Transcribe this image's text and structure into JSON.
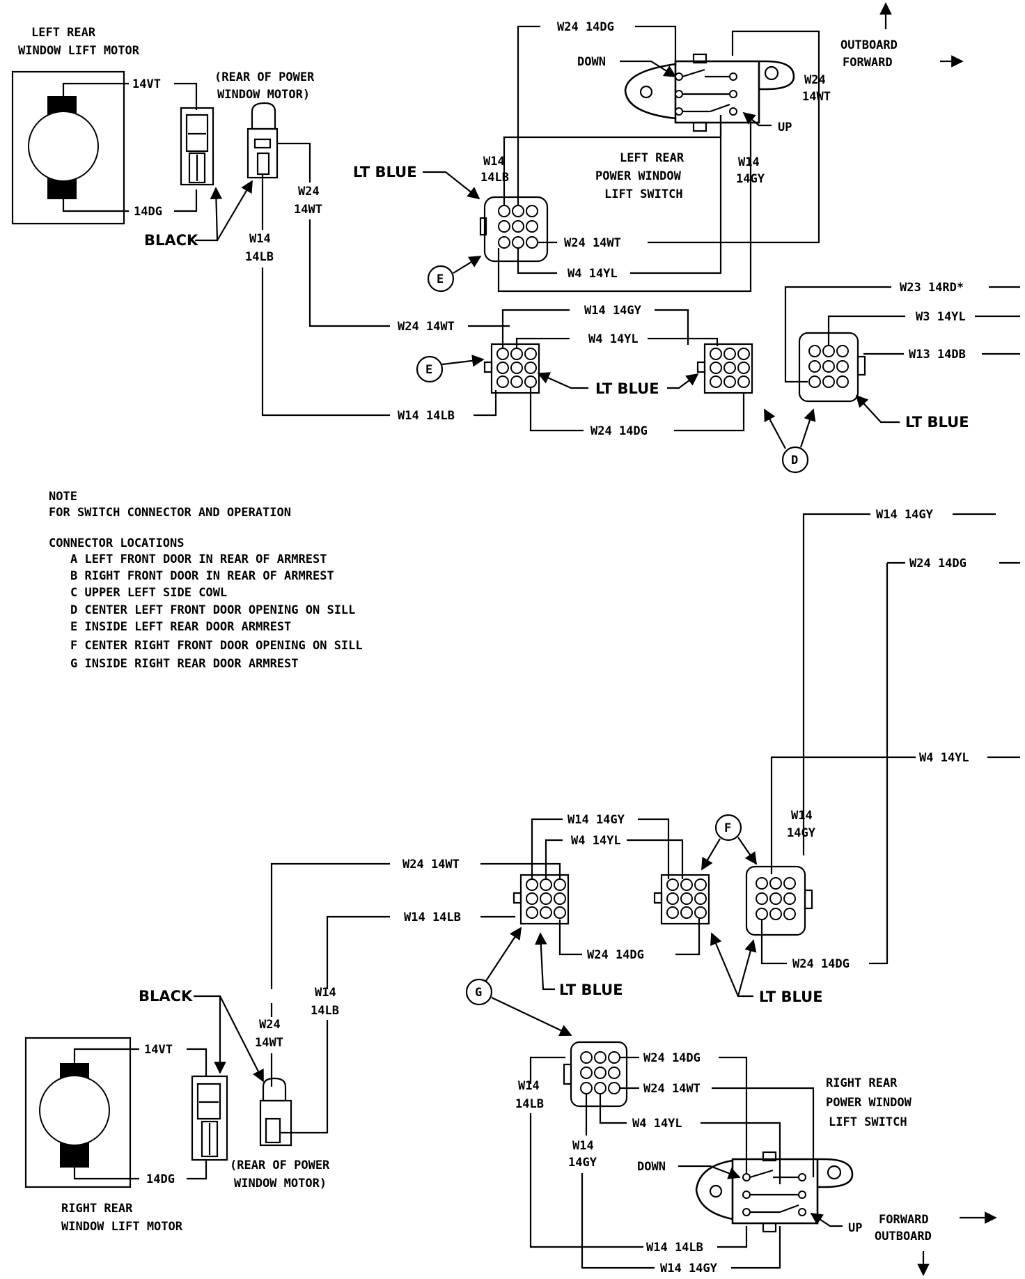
{
  "top": {
    "motor_title_1": "LEFT REAR",
    "motor_title_2": "WINDOW LIFT MOTOR",
    "rear_motor_1": "(REAR OF POWER",
    "rear_motor_2": "WINDOW MOTOR)",
    "w_14vt": "14VT",
    "w_14dg": "14DG",
    "black": "BLACK",
    "w24_a": "W24",
    "w24_b": "14WT",
    "w14_a": "W14",
    "w14_b": "14LB",
    "lt_blue": "LT BLUE",
    "sw_w14_a": "W14",
    "sw_w14_b": "14LB",
    "w24_14dg": "W24 14DG",
    "down": "DOWN",
    "up": "UP",
    "outboard": "OUTBOARD",
    "forward": "FORWARD",
    "r_w24_a": "W24",
    "r_w24_b": "14WT",
    "gy_w14_a": "W14",
    "gy_w14_b": "14GY",
    "switch_1": "LEFT REAR",
    "switch_2": "POWER WINDOW",
    "switch_3": "LIFT SWITCH",
    "w24_14wt_r": "W24 14WT",
    "w4_14yl": "W4 14YL",
    "e1": "E",
    "w23": "W23 14RD*",
    "w3": "W3 14YL",
    "w13": "W13 14DB",
    "w14_14gy": "W14 14GY",
    "w24_14wt_l": "W24 14WT",
    "w4_14yl_b": "W4 14YL",
    "e2": "E",
    "lt_blue_b": "LT BLUE",
    "lt_blue_c": "LT BLUE",
    "w14_14lb": "W14 14LB",
    "w24_14dg_b": "W24 14DG",
    "d": "D"
  },
  "notes": {
    "note": "NOTE",
    "note_text": "FOR SWITCH CONNECTOR AND OPERATION",
    "loc_title": "CONNECTOR LOCATIONS",
    "locations": [
      "A LEFT FRONT DOOR IN REAR OF ARMREST",
      "B RIGHT FRONT DOOR IN REAR OF ARMREST",
      "C UPPER LEFT SIDE COWL",
      "D CENTER LEFT FRONT DOOR OPENING ON SILL",
      "E INSIDE LEFT REAR DOOR ARMREST",
      "F CENTER RIGHT FRONT DOOR OPENING ON SILL",
      "G INSIDE RIGHT REAR DOOR ARMREST"
    ]
  },
  "bottom": {
    "w14_14gy_r": "W14 14GY",
    "w24_14dg_r": "W24 14DG",
    "w4_14yl_r": "W4 14YL",
    "f": "F",
    "f_w14_a": "W14",
    "f_w14_b": "14GY",
    "c_w14_14gy": "W14 14GY",
    "c_w4_14yl": "W4 14YL",
    "c_w24_14wt": "W24 14WT",
    "c_w14_14lb": "W14 14LB",
    "c_w24_14dg": "W24 14DG",
    "f_w24_14dg": "W24 14DG",
    "lt_blue_g": "LT BLUE",
    "lt_blue_f": "LT BLUE",
    "g": "G",
    "black": "BLACK",
    "m_w14_a": "W14",
    "m_w14_b": "14LB",
    "m_w24_a": "W24",
    "m_w24_b": "14WT",
    "w_14vt": "14VT",
    "w_14dg": "14DG",
    "rear_motor_1": "(REAR OF POWER",
    "rear_motor_2": "WINDOW MOTOR)",
    "motor_title_1": "RIGHT REAR",
    "motor_title_2": "WINDOW LIFT MOTOR",
    "s_w24_14dg": "W24 14DG",
    "s_w24_14wt": "W24 14WT",
    "s_w4_14yl": "W4 14YL",
    "lb_w14_a": "W14",
    "lb_w14_b": "14LB",
    "gy_w14_a": "W14",
    "gy_w14_b": "14GY",
    "switch_1": "RIGHT REAR",
    "switch_2": "POWER WINDOW",
    "switch_3": "LIFT SWITCH",
    "down": "DOWN",
    "up": "UP",
    "forward": "FORWARD",
    "outboard": "OUTBOARD",
    "s_w14_14lb": "W14 14LB",
    "s_w14_14gy": "W14 14GY"
  }
}
